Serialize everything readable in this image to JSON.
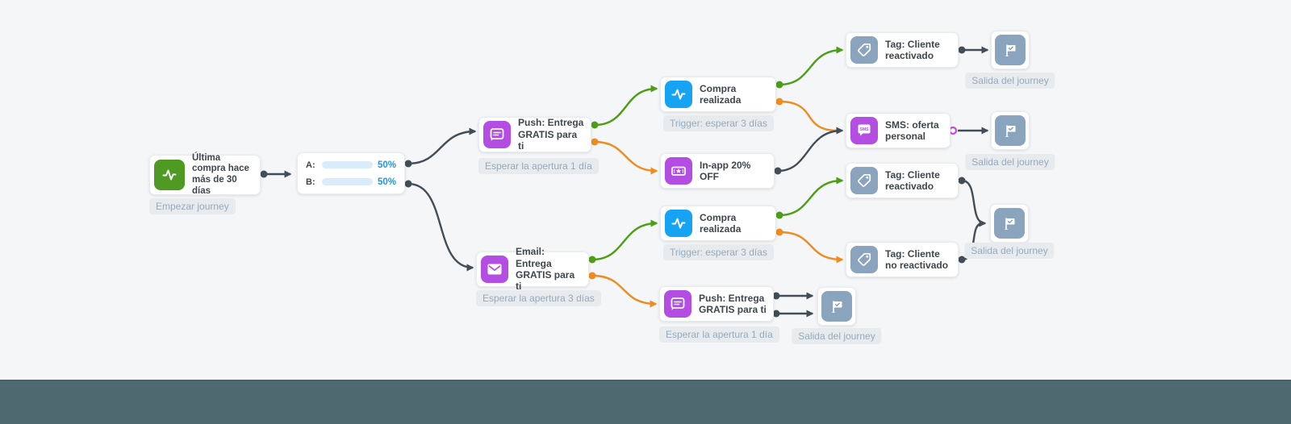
{
  "app": {
    "view": "journey-builder-canvas"
  },
  "colors": {
    "background": "#f5f6f7",
    "bottom_bar": "#4e6a70",
    "node_icon_green": "#4e9a22",
    "node_icon_blue": "#17a3f4",
    "node_icon_purple": "#b44de2",
    "node_icon_slate": "#8aa4bd",
    "edge_dark": "#414e57",
    "edge_green": "#4c9e15",
    "edge_orange": "#ee8c20",
    "ab_bar_fill": "#1b9ff0",
    "ab_bar_track": "#d9ecfb",
    "percent_text": "#1a96ec",
    "badge_bg": "#e8ebee",
    "badge_text": "#94aabc",
    "sms_port_ring": "#c04ae0"
  },
  "icons": {
    "sms_text": "SMS"
  },
  "nodes": [
    {
      "id": "start-trigger",
      "label": "Última compra hace más de 30 días",
      "badge": "Empezar journey",
      "icon": "activity-icon"
    },
    {
      "id": "ab-split",
      "rows": [
        {
          "label": "A:",
          "value": "50%"
        },
        {
          "label": "B:",
          "value": "50%"
        }
      ]
    },
    {
      "id": "push-top",
      "label": "Push: Entrega GRATIS para ti",
      "badge": "Esperar la apertura 1 día",
      "icon": "message-icon"
    },
    {
      "id": "purchase-top",
      "label": "Compra realizada",
      "badge": "Trigger: esperar 3 días",
      "icon": "activity-icon"
    },
    {
      "id": "inapp-offer",
      "label": "In-app 20% OFF",
      "icon": "ticket-icon"
    },
    {
      "id": "tag-reactivated-top",
      "label": "Tag: Cliente reactivado",
      "icon": "tag-icon"
    },
    {
      "id": "exit-1",
      "label": "Salida del journey",
      "icon": "flag-icon"
    },
    {
      "id": "sms-offer",
      "label": "SMS: oferta personal",
      "icon": "sms-icon"
    },
    {
      "id": "exit-2",
      "label": "Salida del journey",
      "icon": "flag-icon"
    },
    {
      "id": "email-action",
      "label": "Email: Entrega GRATIS para ti",
      "badge": "Esperar la apertura 3 días",
      "icon": "email-icon"
    },
    {
      "id": "purchase-bottom",
      "label": "Compra realizada",
      "badge": "Trigger: esperar 3 días",
      "icon": "activity-icon"
    },
    {
      "id": "tag-reactivated-bottom",
      "label": "Tag: Cliente reactivado",
      "icon": "tag-icon"
    },
    {
      "id": "tag-not-reactivated",
      "label": "Tag: Cliente no reactivado",
      "icon": "tag-icon"
    },
    {
      "id": "exit-3",
      "label": "Salida del journey",
      "icon": "flag-icon"
    },
    {
      "id": "push-bottom",
      "label": "Push: Entrega GRATIS para ti",
      "badge": "Esperar la apertura 1 día",
      "icon": "message-icon"
    },
    {
      "id": "exit-4",
      "label": "Salida del journey",
      "icon": "flag-icon"
    }
  ]
}
